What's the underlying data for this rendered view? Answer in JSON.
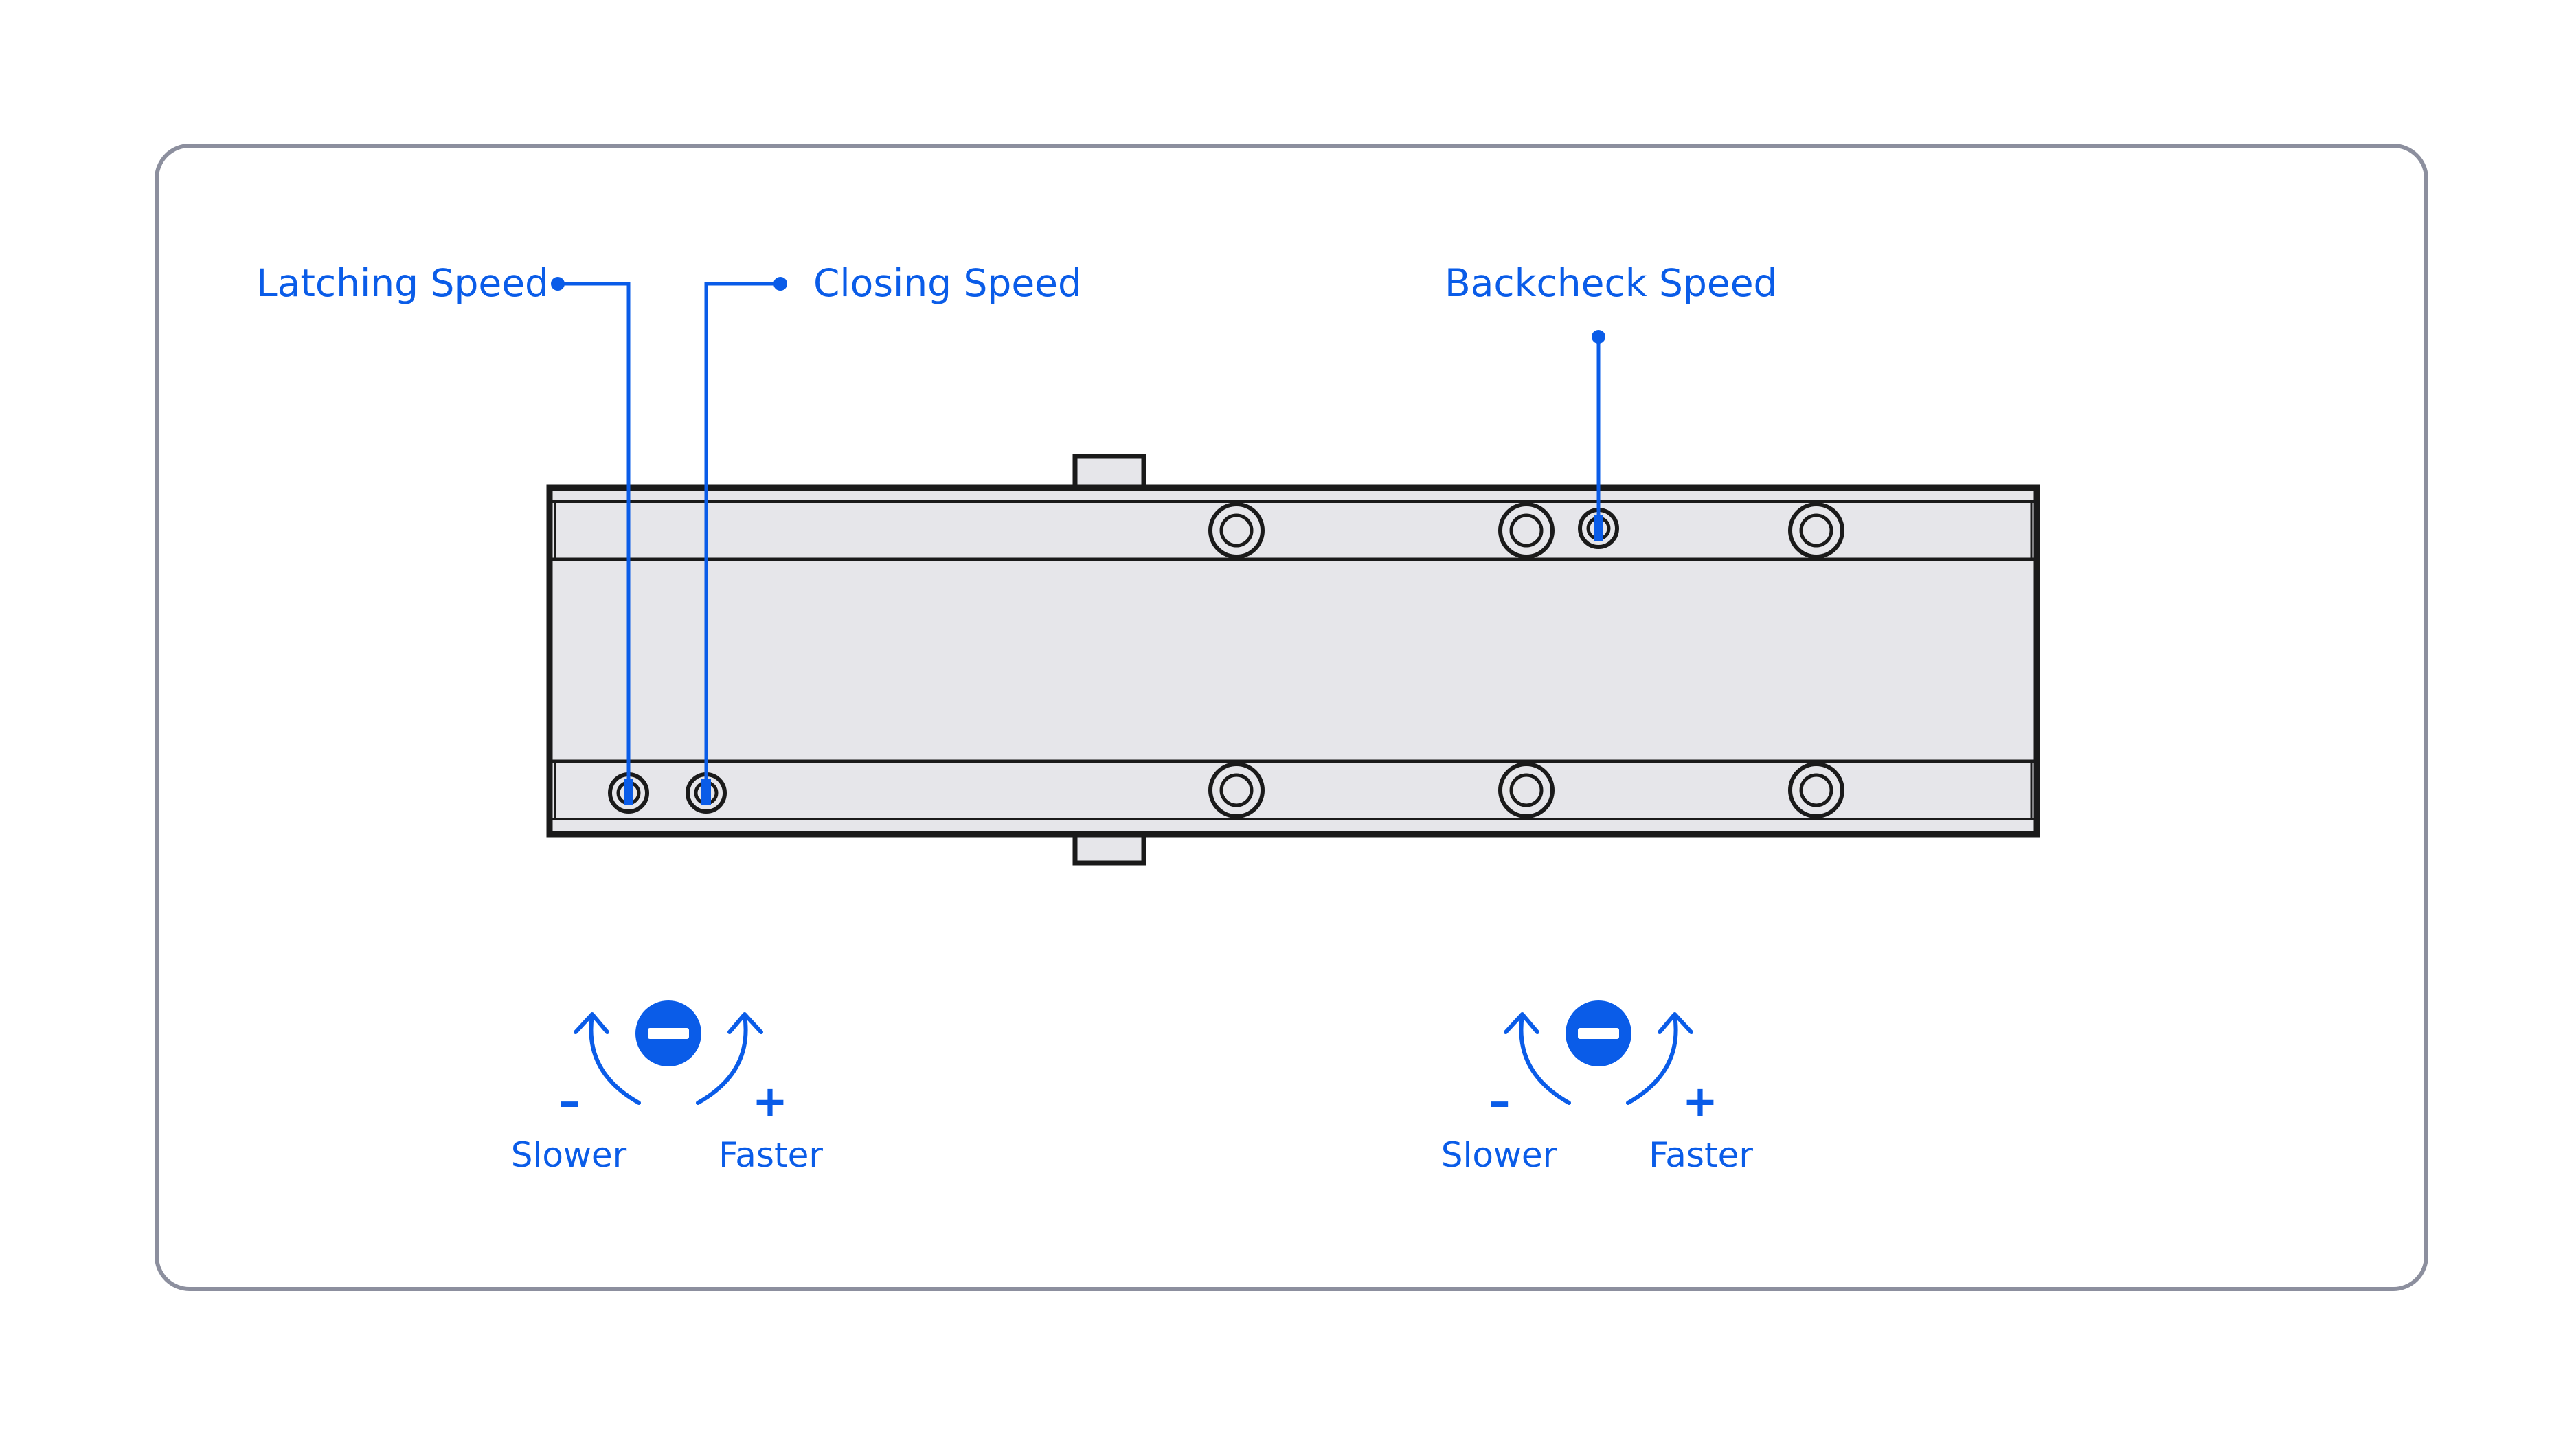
{
  "callouts": {
    "latching": "Latching Speed",
    "closing": "Closing Speed",
    "backcheck": "Backcheck Speed"
  },
  "adjusters": [
    {
      "minus": "–",
      "plus": "+",
      "slower": "Slower",
      "faster": "Faster"
    },
    {
      "minus": "–",
      "plus": "+",
      "slower": "Slower",
      "faster": "Faster"
    }
  ],
  "colors": {
    "accent": "#0a5ce8",
    "frame_border": "#8c8f9e",
    "body_fill": "#e6e6ea",
    "outline": "#1a1a1a"
  },
  "icons": [
    "minus-circle-icon",
    "counterclockwise-arrow-icon",
    "clockwise-arrow-icon"
  ]
}
